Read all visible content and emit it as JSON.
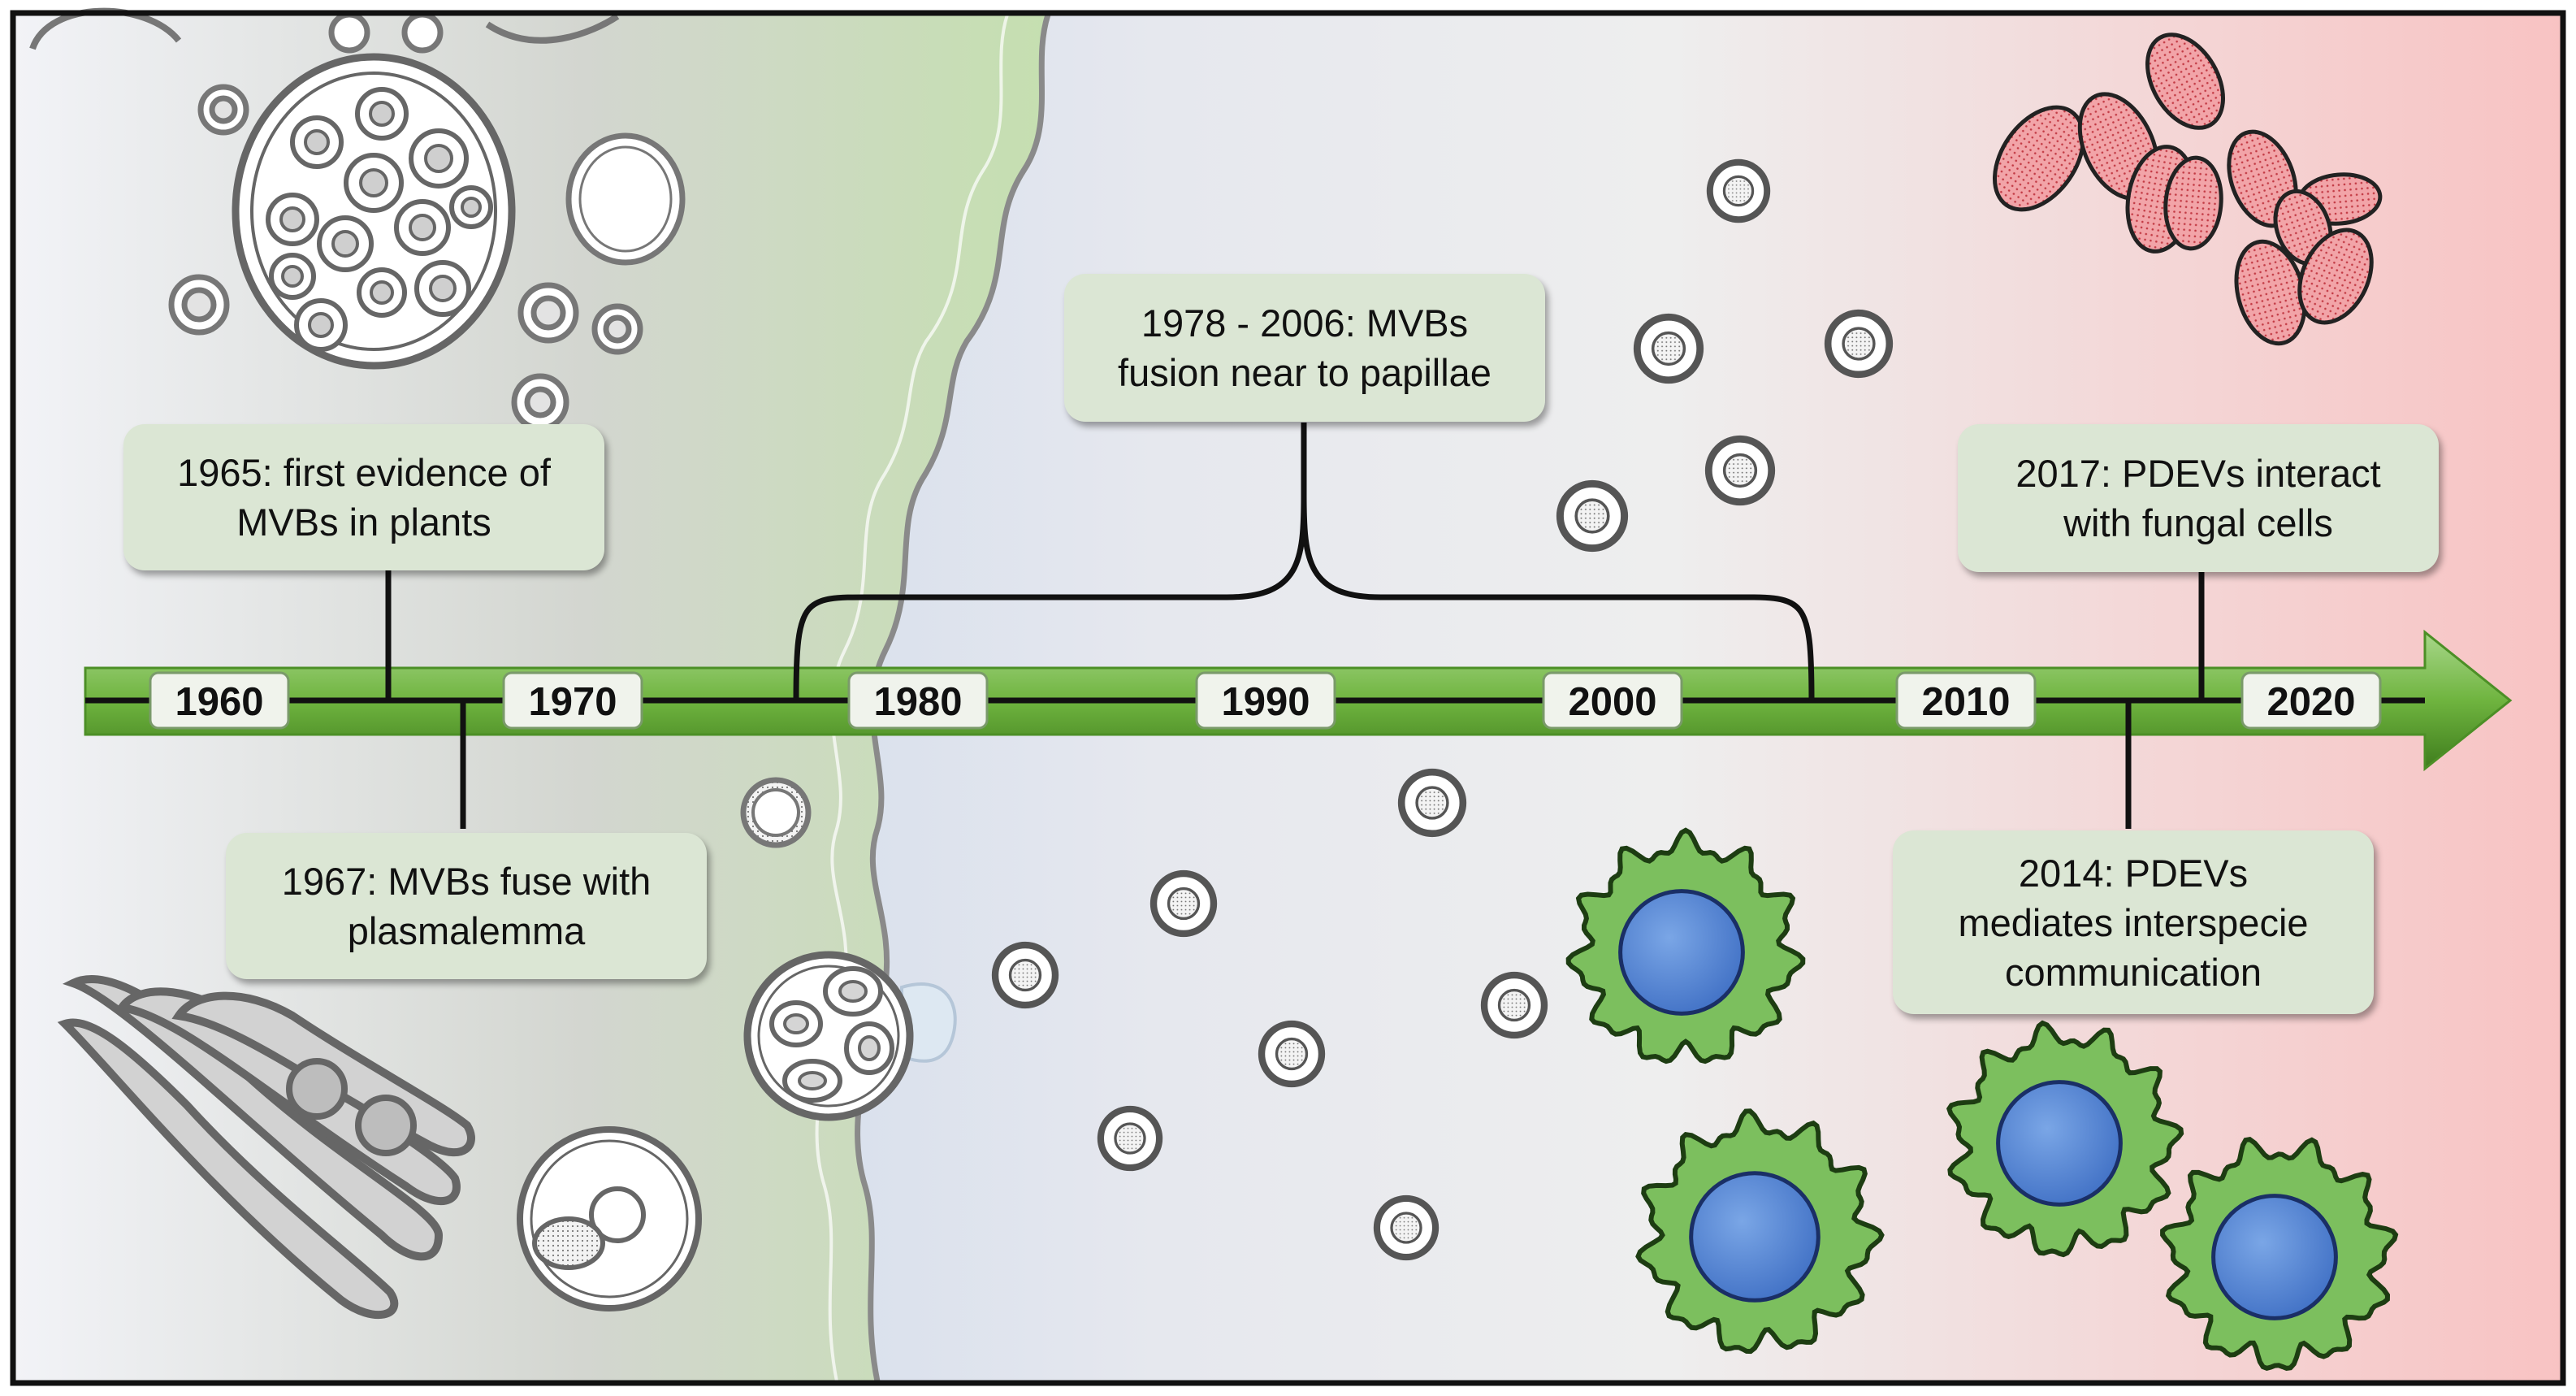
{
  "timeline": {
    "years": [
      "1960",
      "1970",
      "1980",
      "1990",
      "2000",
      "2010",
      "2020"
    ]
  },
  "events": [
    {
      "line1": "1965: first evidence of",
      "line2": "MVBs in plants"
    },
    {
      "line1": "1967: MVBs fuse with",
      "line2": "plasmalemma"
    },
    {
      "line1": "1978 - 2006: MVBs",
      "line2": "fusion near to papillae"
    },
    {
      "line1": "2017: PDEVs interact",
      "line2": "with fungal cells"
    },
    {
      "line1": "2014: PDEVs",
      "line2": "mediates interspecie",
      "line3": "communication"
    }
  ],
  "colors": {
    "plant_cell": "#c5dfb0",
    "extracellular": "#c2d0ea",
    "fungal_zone": "#f8c8c8",
    "timeline_arrow": "#6fb43f",
    "event_box": "#dbe6d4",
    "fungal_cell": "#7cbf5e",
    "fungal_nucleus": "#4b7fd0",
    "fungal_spore": "#e8868c"
  },
  "icons": [
    "multivesicular-body-icon",
    "golgi-apparatus-icon",
    "vesicle-icon",
    "fungal-cell-icon",
    "fungal-spore-icon",
    "timeline-arrow-icon"
  ]
}
